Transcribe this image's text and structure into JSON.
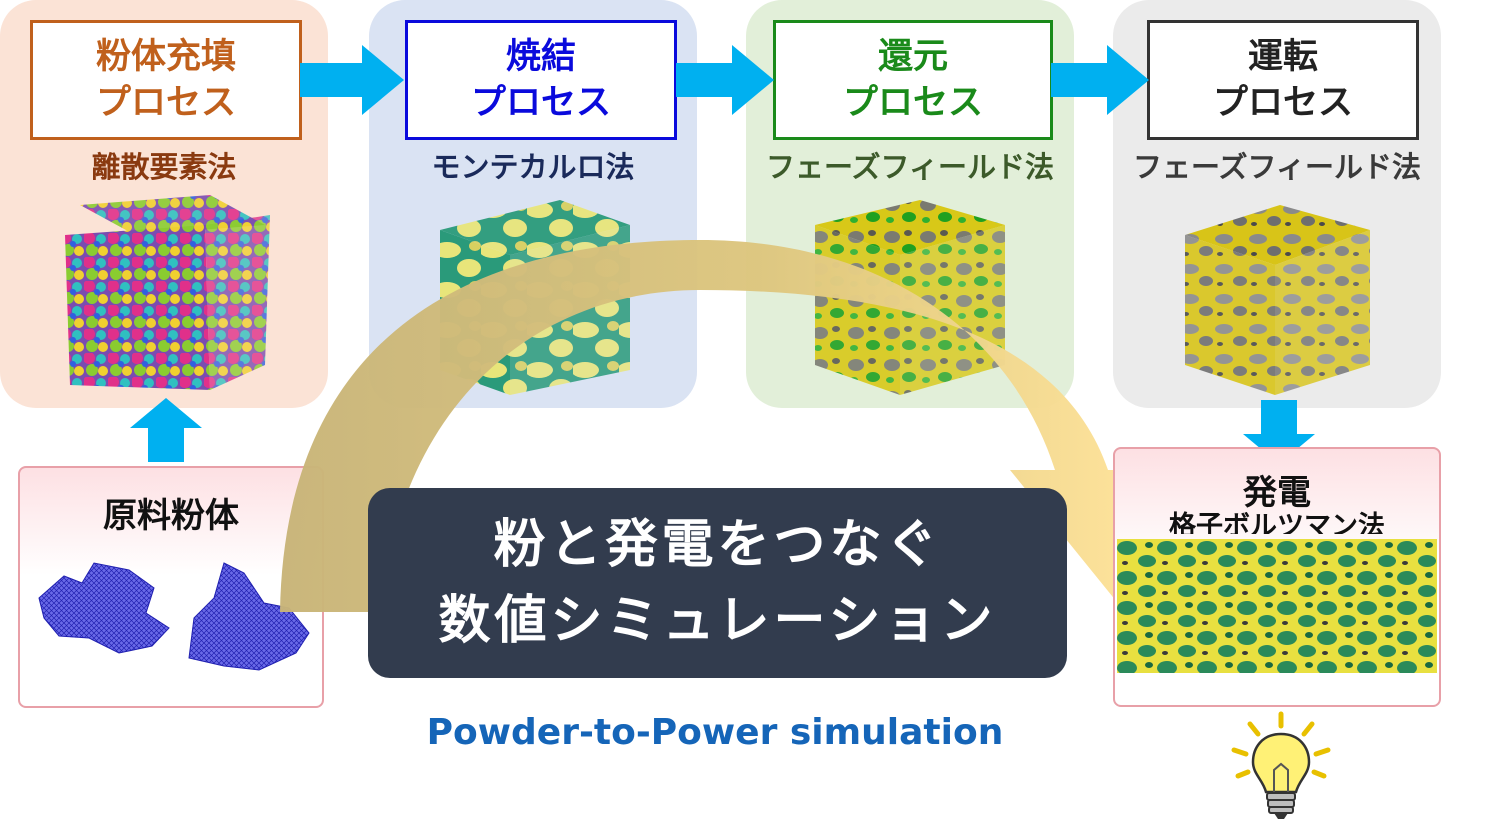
{
  "processes": [
    {
      "title_line1": "粉体充填",
      "title_line2": "プロセス",
      "method": "離散要素法",
      "color": "#c0601c",
      "panel_color": "#fbe3d6"
    },
    {
      "title_line1": "焼結",
      "title_line2": "プロセス",
      "method": "モンテカルロ法",
      "color": "#0a0adc",
      "panel_color": "#dae3f3"
    },
    {
      "title_line1": "還元",
      "title_line2": "プロセス",
      "method": "フェーズフィールド法",
      "color": "#1a8a1a",
      "panel_color": "#e2efd9"
    },
    {
      "title_line1": "運転",
      "title_line2": "プロセス",
      "method": "フェーズフィールド法",
      "color": "#222222",
      "panel_color": "#ebebeb"
    }
  ],
  "raw_powder": {
    "title": "原料粉体"
  },
  "power": {
    "title": "発電",
    "method": "格子ボルツマン法"
  },
  "center": {
    "line1": "粉と発電をつなぐ",
    "line2": "数値シミュレーション"
  },
  "subtitle": "Powder-to-Power simulation",
  "colors": {
    "arrow": "#00b0f0",
    "curve": "#c9b57a",
    "center_bg": "#323c4e",
    "subtitle": "#1565b8"
  },
  "icons": [
    "lightbulb-icon"
  ]
}
